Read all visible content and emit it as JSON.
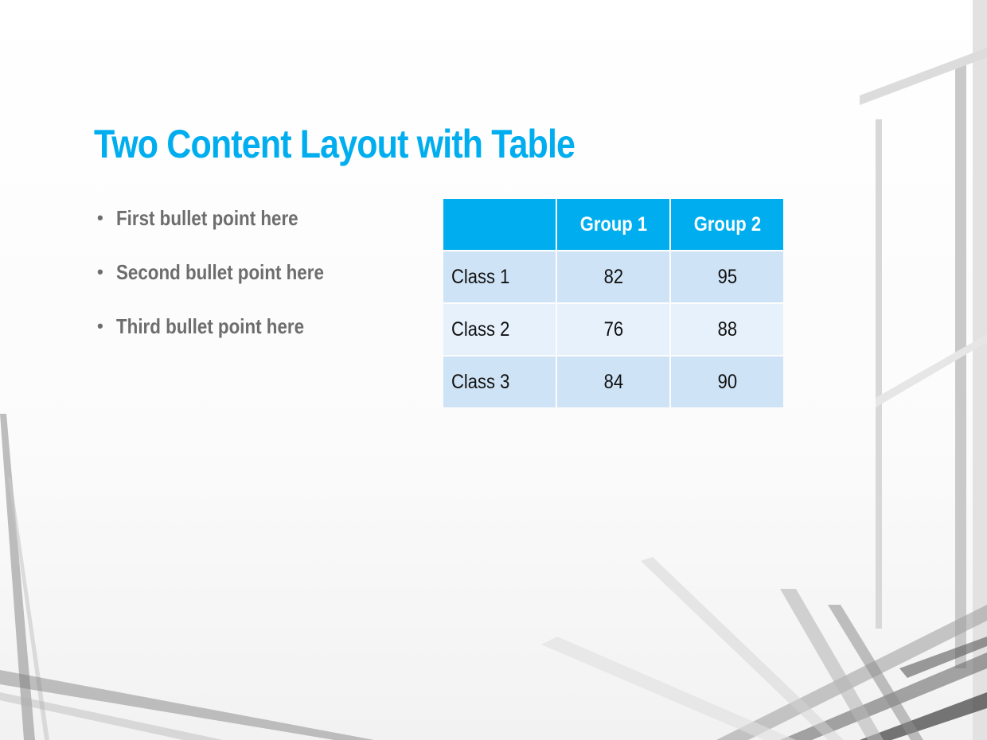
{
  "slide": {
    "title": "Two Content Layout with Table",
    "bullets": [
      "First bullet point here",
      "Second bullet point here",
      "Third bullet point here"
    ],
    "table": {
      "headers": [
        "",
        "Group 1",
        "Group 2"
      ],
      "rows": [
        [
          "Class 1",
          "82",
          "95"
        ],
        [
          "Class 2",
          "76",
          "88"
        ],
        [
          "Class 3",
          "84",
          "90"
        ]
      ]
    }
  },
  "colors": {
    "title": "#00aeef",
    "bullet_text": "#6d6d6d",
    "table_header_bg": "#00aeef",
    "table_row_dark": "#cfe3f6",
    "table_row_light": "#e7f1fb"
  }
}
